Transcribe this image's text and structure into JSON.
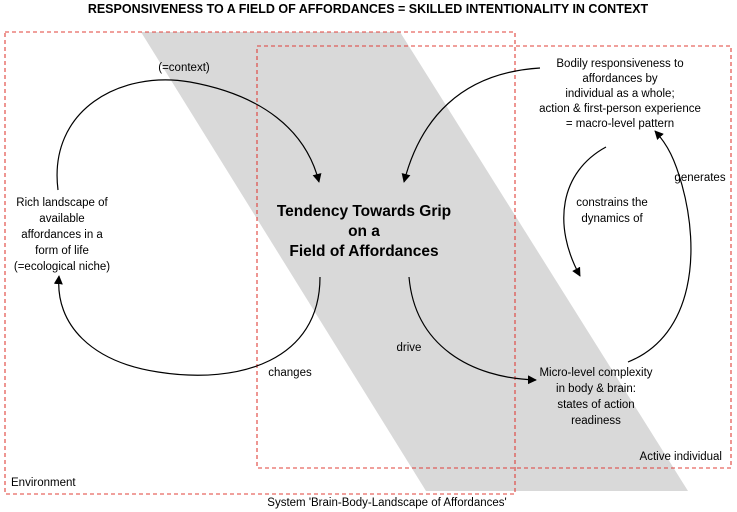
{
  "title": "RESPONSIVENESS TO A FIELD OF AFFORDANCES = SKILLED INTENTIONALITY IN CONTEXT",
  "center": {
    "line1": "Tendency Towards Grip",
    "line2": "on a",
    "line3": "Field of Affordances"
  },
  "environment": {
    "label": "Environment",
    "description": [
      "Rich landscape of",
      "available",
      "affordances in a",
      "form of life",
      "(=ecological niche)"
    ]
  },
  "individual": {
    "label": "Active individual",
    "macro": [
      "Bodily responsiveness to",
      "affordances by",
      "individual as a whole;",
      "action & first-person experience",
      "= macro-level pattern"
    ],
    "micro": [
      "Micro-level complexity",
      "in body & brain:",
      "states of action",
      "readiness"
    ]
  },
  "system_label": "System 'Brain-Body-Landscape of Affordances'",
  "arrows": {
    "context": "(=context)",
    "changes": "changes",
    "drive": "drive",
    "constrains": [
      "constrains the",
      "dynamics of"
    ],
    "generates": "generates"
  },
  "colors": {
    "band": "#d9d9d9",
    "dashed_box": "#e0403a",
    "text": "#000000"
  }
}
